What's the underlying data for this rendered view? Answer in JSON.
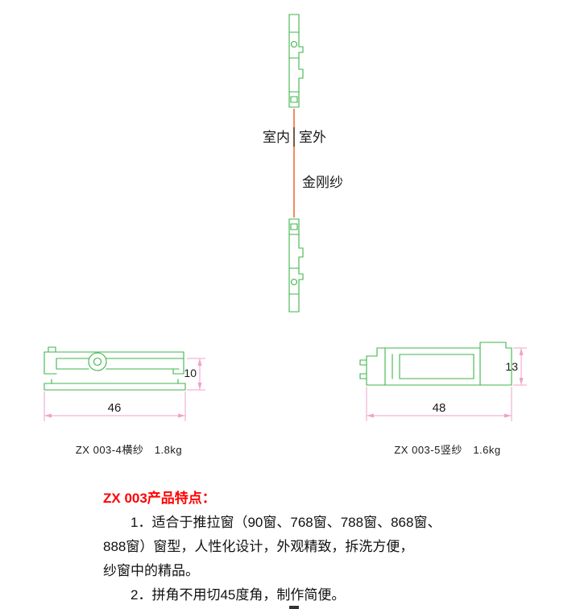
{
  "assembly": {
    "indoor_label": "室内",
    "outdoor_label": "室外",
    "mesh_label": "金刚纱"
  },
  "left_drawing": {
    "caption": "ZX 003-4横纱　1.8kg",
    "width_dim": "46",
    "height_dim": "10"
  },
  "right_drawing": {
    "caption": "ZX 003-5竖纱　1.6kg",
    "width_dim": "48",
    "height_dim": "13"
  },
  "features": {
    "title": "ZX 003产品特点：",
    "line1": "1．适合于推拉窗（90窗、768窗、788窗、868窗、",
    "line2": "888窗）窗型，人性化设计，外观精致，拆洗方便，",
    "line3": "纱窗中的精品。",
    "line4": "2．拼角不用切45度角，制作简便。"
  },
  "colors": {
    "profile_green": "#3cb54a",
    "dimension_pink": "#f2a0c8",
    "mesh_orange": "#f26c3e",
    "title_red": "#ff0000"
  }
}
